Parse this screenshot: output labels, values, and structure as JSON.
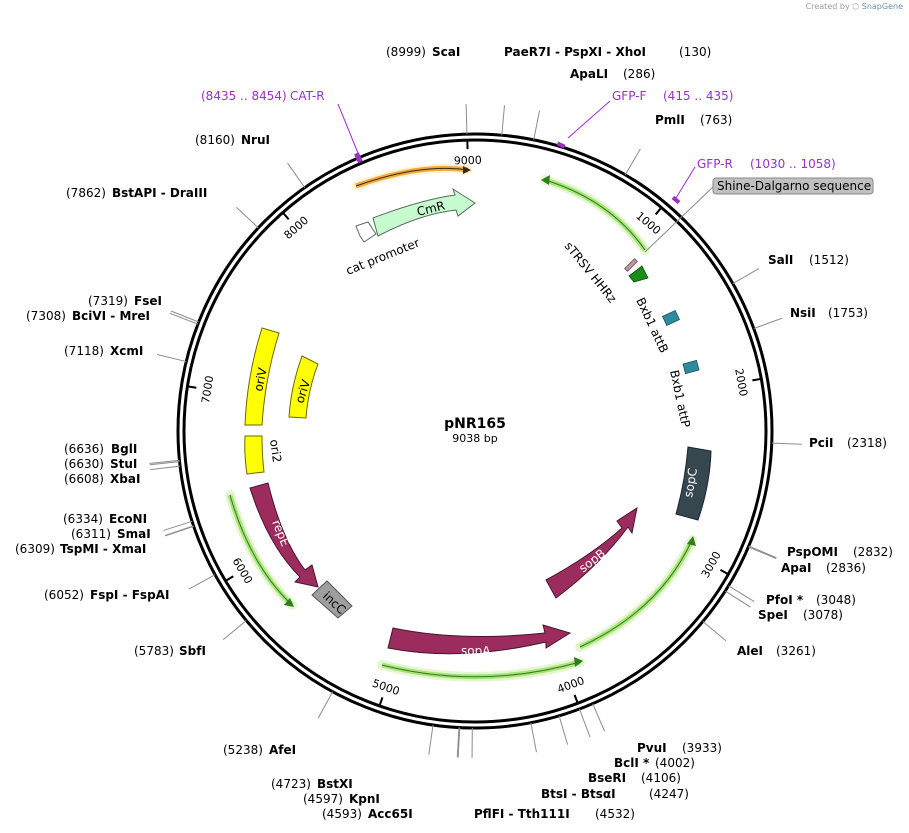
{
  "credit": {
    "prefix": "Created by",
    "brand": "SnapGene"
  },
  "plasmid": {
    "name": "pNR165",
    "size_label": "9038 bp",
    "length": 9038
  },
  "colors": {
    "backbone": "#000000",
    "site_line": "#8c8c8c",
    "primer": "#9b30c8",
    "orf_bright": "#a8e27a",
    "orf_halo": "#e7f6d2",
    "orf_line": "#2f7d1c",
    "orange_arrow": "#f0a93c",
    "cmr": "#c6fbd0",
    "sopA": "#9b2c5d",
    "sopC": "#37474f",
    "oriV": "#ffff00",
    "incC": "#9e9e9e",
    "attB": "#2f8aa0",
    "sd": "#1a8e1a",
    "hhrz": "#c7949a",
    "callout_bg": "#c0c0c0"
  },
  "ticks": [
    {
      "pos": 1000,
      "label": "1000"
    },
    {
      "pos": 2000,
      "label": "2000"
    },
    {
      "pos": 3000,
      "label": "3000"
    },
    {
      "pos": 4000,
      "label": "4000"
    },
    {
      "pos": 5000,
      "label": "5000"
    },
    {
      "pos": 6000,
      "label": "6000"
    },
    {
      "pos": 7000,
      "label": "7000"
    },
    {
      "pos": 8000,
      "label": "8000"
    },
    {
      "pos": 9000,
      "label": "9000"
    }
  ],
  "sites": [
    {
      "text": "(8999)",
      "name": "ScaI",
      "pos": 8999
    },
    {
      "text": "PaeR7I - PspXI - XhoI",
      "coord": "(130)",
      "pos": 130
    },
    {
      "text": "ApaLI",
      "coord": "(286)",
      "pos": 286
    },
    {
      "text": "PmlI",
      "coord": "(763)",
      "pos": 763
    },
    {
      "text": "SalI",
      "coord": "(1512)",
      "pos": 1512
    },
    {
      "text": "NsiI",
      "coord": "(1753)",
      "pos": 1753
    },
    {
      "text": "PciI",
      "coord": "(2318)",
      "pos": 2318
    },
    {
      "text": "PspOMI",
      "coord": "(2832)",
      "pos": 2832
    },
    {
      "text": "ApaI",
      "coord": "(2836)",
      "pos": 2836
    },
    {
      "text": "PfoI *",
      "coord": "(3048)",
      "pos": 3048
    },
    {
      "text": "SpeI",
      "coord": "(3078)",
      "pos": 3078
    },
    {
      "text": "AleI",
      "coord": "(3261)",
      "pos": 3261
    },
    {
      "text": "PvuI",
      "coord": "(3933)",
      "pos": 3933
    },
    {
      "text": "BclI *",
      "coord": "(4002)",
      "pos": 4002
    },
    {
      "text": "BseRI",
      "coord": "(4106)",
      "pos": 4106
    },
    {
      "text": "BtsI - BtsαI",
      "coord": "(4247)",
      "pos": 4247
    },
    {
      "text": "PflFI - Tth111I",
      "coord": "(4532)",
      "pos": 4532
    },
    {
      "text": "Acc65I",
      "coord": "(4593)",
      "pos": 4593
    },
    {
      "text": "KpnI",
      "coord": "(4597)",
      "pos": 4597
    },
    {
      "text": "BstXI",
      "coord": "(4723)",
      "pos": 4723
    },
    {
      "text": "AfeI",
      "coord": "(5238)",
      "pos": 5238
    },
    {
      "text": "SbfI",
      "coord": "(5783)",
      "pos": 5783
    },
    {
      "text": "FspI - FspAI",
      "coord": "(6052)",
      "pos": 6052
    },
    {
      "text": "TspMI - XmaI",
      "coord": "(6309)",
      "pos": 6309
    },
    {
      "text": "SmaI",
      "coord": "(6311)",
      "pos": 6311
    },
    {
      "text": "EcoNI",
      "coord": "(6334)",
      "pos": 6334
    },
    {
      "text": "XbaI",
      "coord": "(6608)",
      "pos": 6608
    },
    {
      "text": "StuI",
      "coord": "(6630)",
      "pos": 6630
    },
    {
      "text": "BglI",
      "coord": "(6636)",
      "pos": 6636
    },
    {
      "text": "XcmI",
      "coord": "(7118)",
      "pos": 7118
    },
    {
      "text": "BciVI - MreI",
      "coord": "(7308)",
      "pos": 7308
    },
    {
      "text": "FseI",
      "coord": "(7319)",
      "pos": 7319
    },
    {
      "text": "BstAPI - DraIII",
      "coord": "(7862)",
      "pos": 7862
    },
    {
      "text": "NruI",
      "coord": "(8160)",
      "pos": 8160
    }
  ],
  "primers": [
    {
      "name": "CAT-R",
      "coord": "(8435 .. 8454)",
      "pos": 8444
    },
    {
      "name": "GFP-F",
      "coord": "(415 .. 435)",
      "pos": 425
    },
    {
      "name": "GFP-R",
      "coord": "(1030 .. 1058)",
      "pos": 1044
    }
  ],
  "features": [
    {
      "name": "CmR",
      "label": "CmR"
    },
    {
      "name": "cat promoter",
      "label": "cat promoter"
    },
    {
      "name": "Shine-Dalgarno sequence",
      "label": "Shine-Dalgarno sequence"
    },
    {
      "name": "sTRSV HHRz",
      "label": "sTRSV HHRz"
    },
    {
      "name": "Bxb1 attB",
      "label": "Bxb1 attB"
    },
    {
      "name": "Bxb1 attP",
      "label": "Bxb1 attP"
    },
    {
      "name": "sopC",
      "label": "sopC"
    },
    {
      "name": "sopB",
      "label": "sopB"
    },
    {
      "name": "sopA",
      "label": "sopA"
    },
    {
      "name": "incC",
      "label": "incC"
    },
    {
      "name": "repE",
      "label": "repE"
    },
    {
      "name": "ori2",
      "label": "ori2"
    },
    {
      "name": "oriV outer",
      "label": "oriV"
    },
    {
      "name": "oriV inner",
      "label": "oriV"
    }
  ]
}
